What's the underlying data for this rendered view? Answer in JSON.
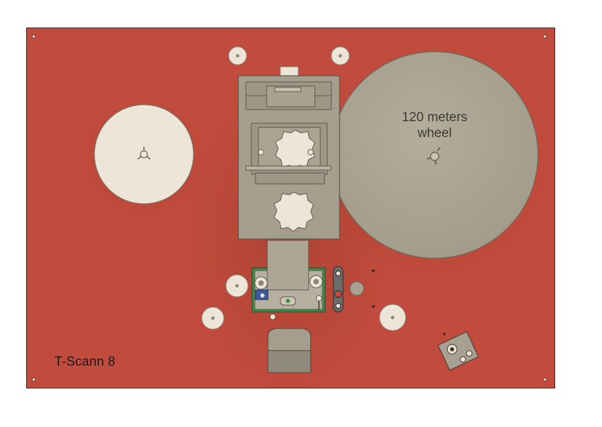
{
  "board": {
    "title": "T-Scann 8",
    "big_wheel_label_line1": "120 meters",
    "big_wheel_label_line2": "wheel"
  },
  "colors": {
    "board": "#c14b3c",
    "small_wheel": "#ece5d8",
    "big_wheel": "#ada695",
    "gate_body": "#a59e8d",
    "pcb_green": "#3a8a4a",
    "blue_part": "#3b5a9a"
  }
}
